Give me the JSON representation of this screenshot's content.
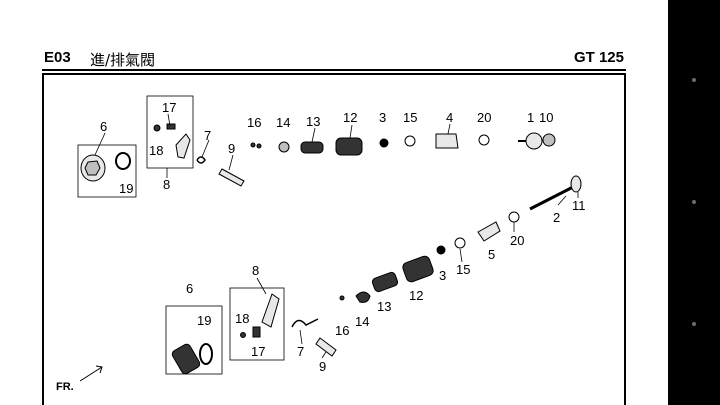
{
  "header": {
    "section_code": "E03",
    "section_title": "進/排氣閥",
    "model": "GT 125"
  },
  "callouts_top": [
    "6",
    "19",
    "17",
    "18",
    "8",
    "7",
    "9",
    "16",
    "14",
    "13",
    "12",
    "3",
    "15",
    "4",
    "20",
    "1",
    "10"
  ],
  "callouts_mid": [
    "11",
    "2",
    "20",
    "5",
    "15",
    "3",
    "12",
    "13",
    "14",
    "16"
  ],
  "callouts_bottom": [
    "6",
    "19",
    "8",
    "18",
    "17",
    "7",
    "9"
  ],
  "orientation_label": "FR.",
  "colors": {
    "line": "#000000",
    "fill_light": "#e8e8e8",
    "fill_mid": "#bfbfbf",
    "fill_dark": "#333333"
  }
}
